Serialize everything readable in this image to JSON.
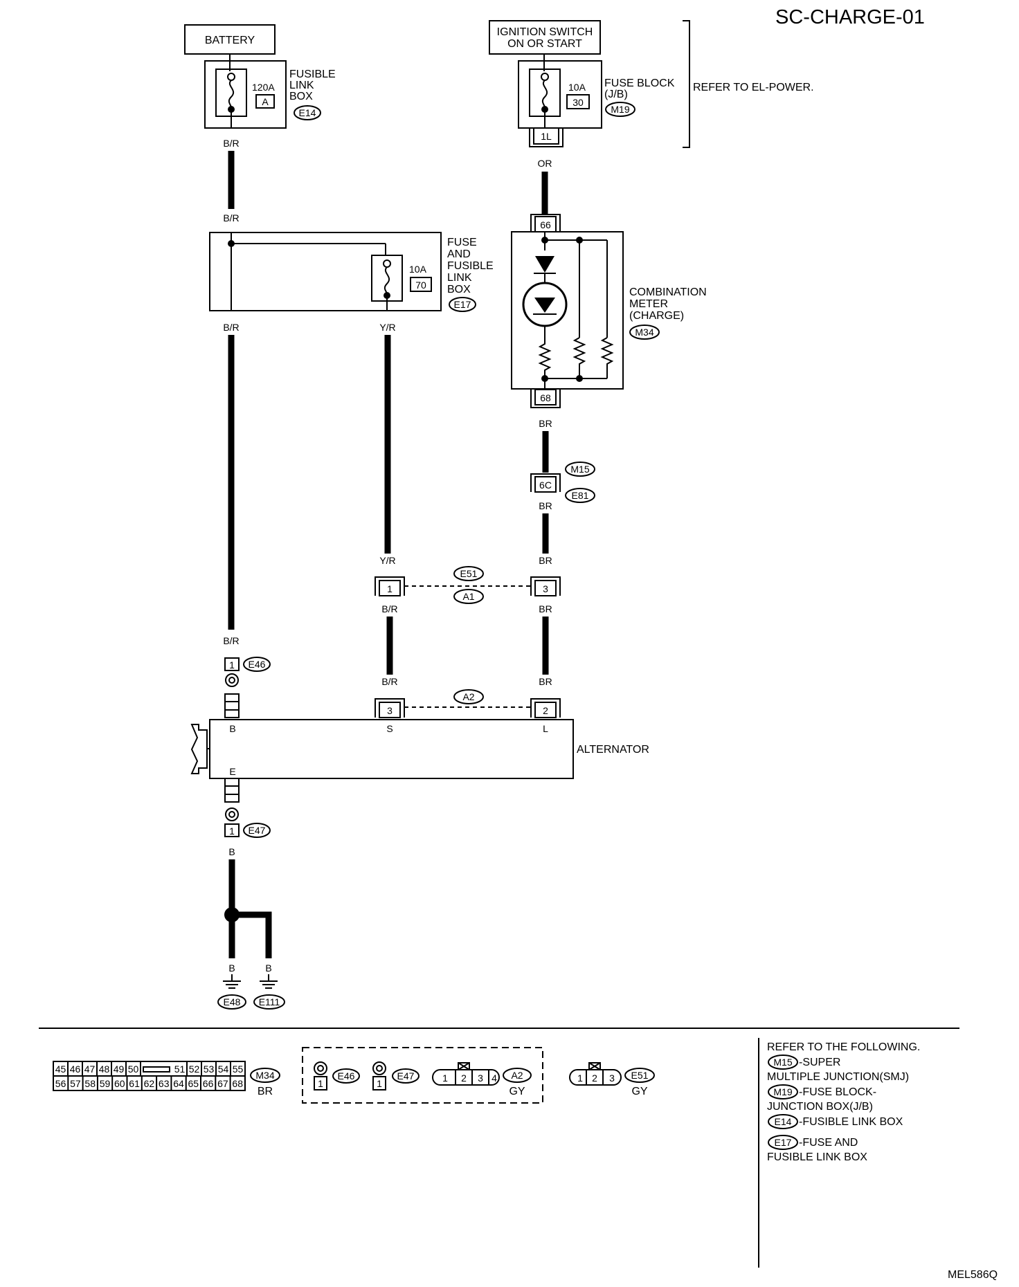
{
  "diagram_id": "SC-CHARGE-01",
  "figure_code": "MEL586Q",
  "power_sources": {
    "battery": "BATTERY",
    "ignition_line1": "IGNITION SWITCH",
    "ignition_line2": "ON OR START",
    "refer_note": "REFER TO EL-POWER."
  },
  "fusible_link_box": {
    "rating": "120A",
    "id": "A",
    "label": [
      "FUSIBLE",
      "LINK",
      "BOX"
    ],
    "connector": "E14"
  },
  "fuse_block": {
    "rating": "10A",
    "id": "30",
    "label": [
      "FUSE BLOCK",
      "(J/B)"
    ],
    "connector": "M19",
    "terminal": "1L"
  },
  "fuse_and_fusible_link_box": {
    "rating": "10A",
    "id": "70",
    "label": [
      "FUSE",
      "AND",
      "FUSIBLE",
      "LINK",
      "BOX"
    ],
    "connector": "E17"
  },
  "combination_meter": {
    "label": [
      "COMBINATION",
      "METER",
      "(CHARGE)"
    ],
    "connector": "M34",
    "terminal_in": "66",
    "terminal_out": "68"
  },
  "wire_colors": {
    "br_b_r": "B/R",
    "or": "OR",
    "yr": "Y/R",
    "br": "BR",
    "b": "B"
  },
  "connectors": {
    "smj_top": "M15",
    "smj_bottom": "E81",
    "smj_terminal": "6C",
    "e51": "E51",
    "a1": "A1",
    "e51_pin_left": "1",
    "e51_pin_right": "3",
    "a2": "A2",
    "a2_pin_s": "3",
    "a2_pin_l": "2",
    "e46": "E46",
    "e47": "E47",
    "e46_pin": "1",
    "e47_pin": "1",
    "ground1": "E48",
    "ground2": "E111"
  },
  "alternator": {
    "label": "ALTERNATOR",
    "term_b": "B",
    "term_s": "S",
    "term_l": "L",
    "term_e": "E"
  },
  "connector_views": {
    "m34_top_row": [
      "45",
      "46",
      "47",
      "48",
      "49",
      "50",
      "51",
      "52",
      "53",
      "54",
      "55"
    ],
    "m34_bottom_row": [
      "56",
      "57",
      "58",
      "59",
      "60",
      "61",
      "62",
      "63",
      "64",
      "65",
      "66",
      "67",
      "68"
    ],
    "m34_id": "M34",
    "m34_color": "BR",
    "e46_id": "E46",
    "e46_pin": "1",
    "e47_id": "E47",
    "e47_pin": "1",
    "a2_pins": [
      "1",
      "2",
      "3",
      "4"
    ],
    "a2_id": "A2",
    "a2_color": "GY",
    "e51_pins": [
      "1",
      "2",
      "3"
    ],
    "e51_id": "E51",
    "e51_color": "GY"
  },
  "references": {
    "title": "REFER TO THE FOLLOWING.",
    "items": [
      {
        "code": "M15",
        "text1": "-SUPER",
        "text2": "MULTIPLE JUNCTION(SMJ)"
      },
      {
        "code": "M19",
        "text1": "-FUSE BLOCK-",
        "text2": "JUNCTION BOX(J/B)"
      },
      {
        "code": "E14",
        "text1": "-FUSIBLE LINK BOX",
        "text2": ""
      },
      {
        "code": "E17",
        "text1": "-FUSE AND",
        "text2": "FUSIBLE LINK BOX"
      }
    ]
  }
}
